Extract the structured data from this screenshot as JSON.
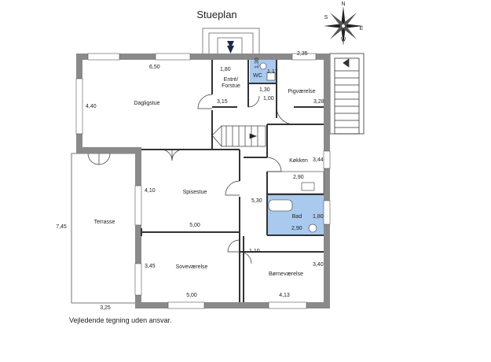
{
  "title": "Stueplan",
  "footer_note": "Vejledende tegning uden ansvar.",
  "compass": {
    "n": "N",
    "s": "S",
    "e": "E",
    "w": "W"
  },
  "rooms": {
    "daglig": {
      "name": "Dagligstue",
      "w": "6,50",
      "h": "4,40"
    },
    "entre": {
      "name1": "Entré/",
      "name2": "Forstue",
      "w": "1,80",
      "h": "3,15"
    },
    "wc": {
      "name": "WC",
      "w": "1,30",
      "h": "1,17"
    },
    "gang": {
      "w": "1,30",
      "h": "1,00"
    },
    "pige": {
      "name": "Pigværelse",
      "w": "2,35",
      "h": "3,28"
    },
    "koekken": {
      "name": "Køkken",
      "w": "2,90",
      "h": "3,44"
    },
    "spise": {
      "name": "Spisestue",
      "w": "5,00",
      "h": "4,10"
    },
    "gang2": {
      "h": "5,30",
      "w": "1,10"
    },
    "bad": {
      "name": "Bad",
      "w": "2,90",
      "h": "1,80"
    },
    "terrasse": {
      "name": "Terrasse",
      "w": "3,25",
      "h": "7,45"
    },
    "sove": {
      "name": "Soveværelse",
      "w": "5,00",
      "h": "3,45"
    },
    "boerne": {
      "name": "Børneværelse",
      "w": "4,13",
      "h": "3,40"
    }
  },
  "colors": {
    "wall": "#8a8a8a",
    "bathroom": "#a9c9ee",
    "line": "#333333"
  }
}
